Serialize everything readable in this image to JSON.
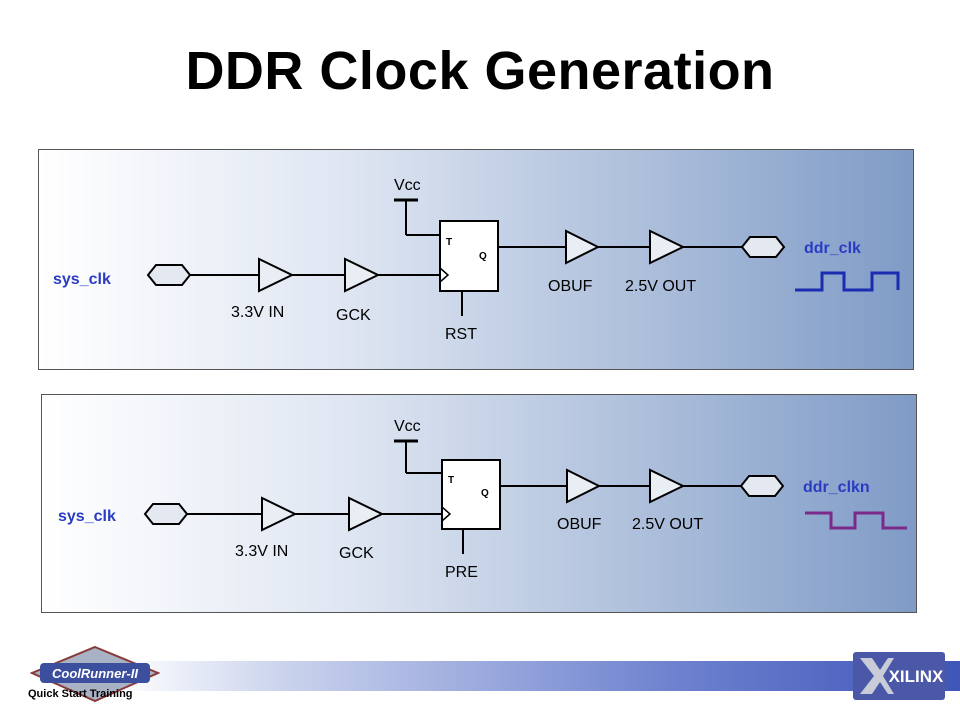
{
  "slide": {
    "title": "DDR Clock Generation"
  },
  "colors": {
    "ddr_clk_wave": "#1a2cb0",
    "ddr_clkn_wave": "#7b2a8c",
    "label_blue": "#2a3cc4"
  },
  "panels": [
    {
      "vcc_label": "Vcc",
      "input_label": "sys_clk",
      "input_buffer": "3.3V IN",
      "gck_buffer": "GCK",
      "ff_t": "T",
      "ff_q": "Q",
      "ff_control": "RST",
      "obuf": "OBUF",
      "out_buffer": "2.5V OUT",
      "output_label": "ddr_clk"
    },
    {
      "vcc_label": "Vcc",
      "input_label": "sys_clk",
      "input_buffer": "3.3V IN",
      "gck_buffer": "GCK",
      "ff_t": "T",
      "ff_q": "Q",
      "ff_control": "PRE",
      "obuf": "OBUF",
      "out_buffer": "2.5V OUT",
      "output_label": "ddr_clkn"
    }
  ],
  "footer": {
    "left_logo": "CoolRunner-II",
    "left_caption": "Quick Start Training",
    "right_logo": "XILINX"
  }
}
